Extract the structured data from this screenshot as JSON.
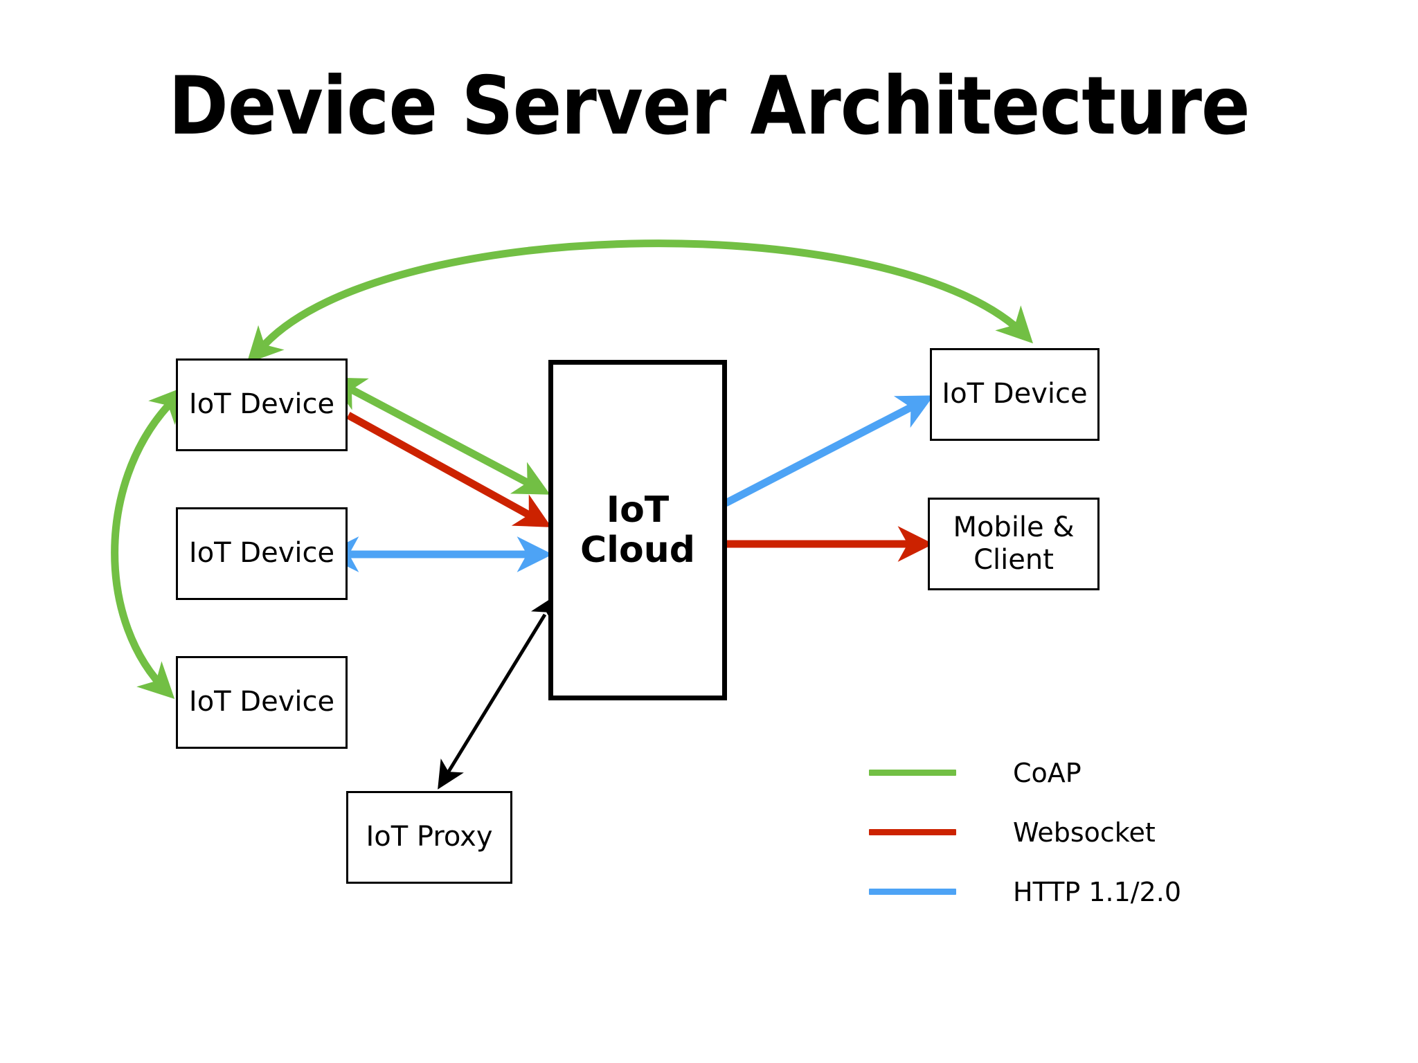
{
  "slide": {
    "title": "Device Server Architecture",
    "background_color": "#ffffff"
  },
  "colors": {
    "coap_green": "#72BF44",
    "websocket_red": "#CC2200",
    "http_blue": "#4DA3F5",
    "node_border": "#000000",
    "text": "#000000"
  },
  "nodes": {
    "device_left_top": {
      "label": "IoT Device"
    },
    "device_left_mid": {
      "label": "IoT Device"
    },
    "device_left_bottom": {
      "label": "IoT Device"
    },
    "cloud": {
      "label_line1": "IoT",
      "label_line2": "Cloud"
    },
    "proxy": {
      "label": "IoT Proxy"
    },
    "device_right": {
      "label": "IoT Device"
    },
    "mobile_client": {
      "label_line1": "Mobile &",
      "label_line2": "Client"
    }
  },
  "connections": [
    {
      "name": "coap-top-arc",
      "from": "device_left_top",
      "to": "device_right",
      "protocol": "CoAP",
      "color": "#72BF44",
      "direction": "bidirectional",
      "style": "curved"
    },
    {
      "name": "coap-left-arc",
      "from": "device_left_top",
      "to": "device_left_bottom",
      "protocol": "CoAP",
      "color": "#72BF44",
      "direction": "bidirectional",
      "style": "curved"
    },
    {
      "name": "coap-device-cloud",
      "from": "device_left_top",
      "to": "cloud",
      "protocol": "CoAP",
      "color": "#72BF44",
      "direction": "bidirectional",
      "style": "straight"
    },
    {
      "name": "websocket-device-cloud",
      "from": "device_left_top",
      "to": "cloud",
      "protocol": "Websocket",
      "color": "#CC2200",
      "direction": "forward",
      "style": "straight"
    },
    {
      "name": "http-device-cloud",
      "from": "device_left_mid",
      "to": "cloud",
      "protocol": "HTTP 1.1/2.0",
      "color": "#4DA3F5",
      "direction": "bidirectional",
      "style": "straight"
    },
    {
      "name": "proxy-cloud",
      "from": "proxy",
      "to": "cloud",
      "protocol": "",
      "color": "#000000",
      "direction": "bidirectional",
      "style": "straight"
    },
    {
      "name": "http-cloud-device-right",
      "from": "cloud",
      "to": "device_right",
      "protocol": "HTTP 1.1/2.0",
      "color": "#4DA3F5",
      "direction": "forward",
      "style": "straight"
    },
    {
      "name": "websocket-cloud-mobile",
      "from": "cloud",
      "to": "mobile_client",
      "protocol": "Websocket",
      "color": "#CC2200",
      "direction": "forward",
      "style": "straight"
    }
  ],
  "legend": {
    "items": [
      {
        "label": "CoAP",
        "color": "#72BF44"
      },
      {
        "label": "Websocket",
        "color": "#CC2200"
      },
      {
        "label": "HTTP 1.1/2.0",
        "color": "#4DA3F5"
      }
    ]
  }
}
